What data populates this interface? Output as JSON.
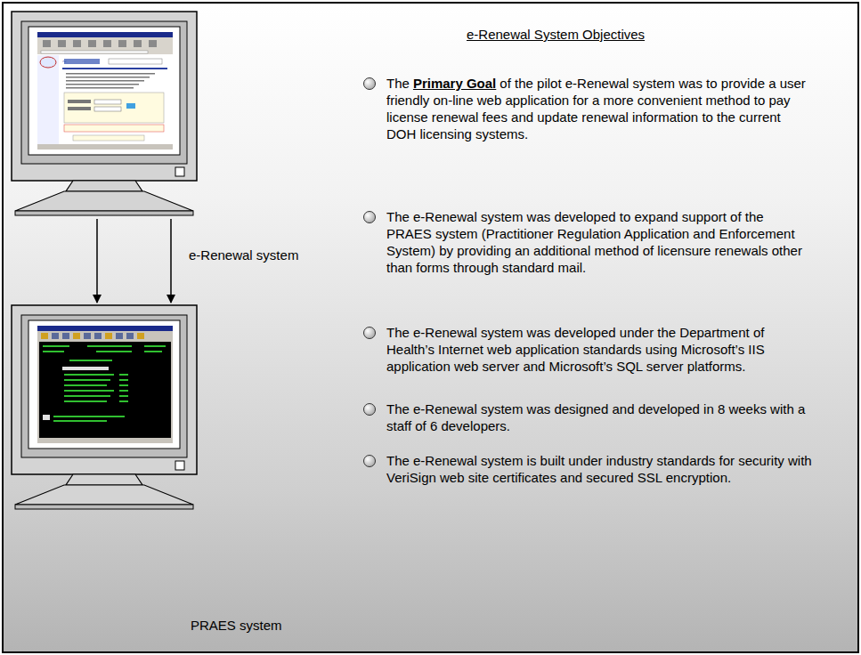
{
  "diagram": {
    "title": "e-Renewal System Objectives",
    "nodes": [
      {
        "text": [
          "e-Renewal system"
        ]
      },
      {
        "text": [
          "PRAES system"
        ]
      }
    ],
    "edges": [
      {
        "from": 0,
        "to": 1,
        "arrow": "to"
      },
      {
        "from": 0,
        "to": 1,
        "arrow": "to"
      }
    ],
    "labels": [
      "The",
      "Primary Goal",
      "of the pilot e-Renewal system was to provide a user friendly on-line web application for a more convenient method to pay license renewal fees and update renewal information to the current DOH licensing systems.",
      "The e-Renewal system was developed to expand support of the PRAES system (Practitioner Regulation Application and  Enforcement System) by providing an additional method of licensure renewals other than forms through standard mail.",
      "The e-Renewal system was developed under the Department of Health’s Internet web application standards using Microsoft’s IIS application web server and Microsoft’s SQL server platforms.",
      "The e-Renewal system was designed and developed in 8 weeks with a staff of 6 developers.",
      "The e-Renewal system is built under industry standards for security with VeriSign web site certificates and secured SSL encryption."
    ]
  }
}
